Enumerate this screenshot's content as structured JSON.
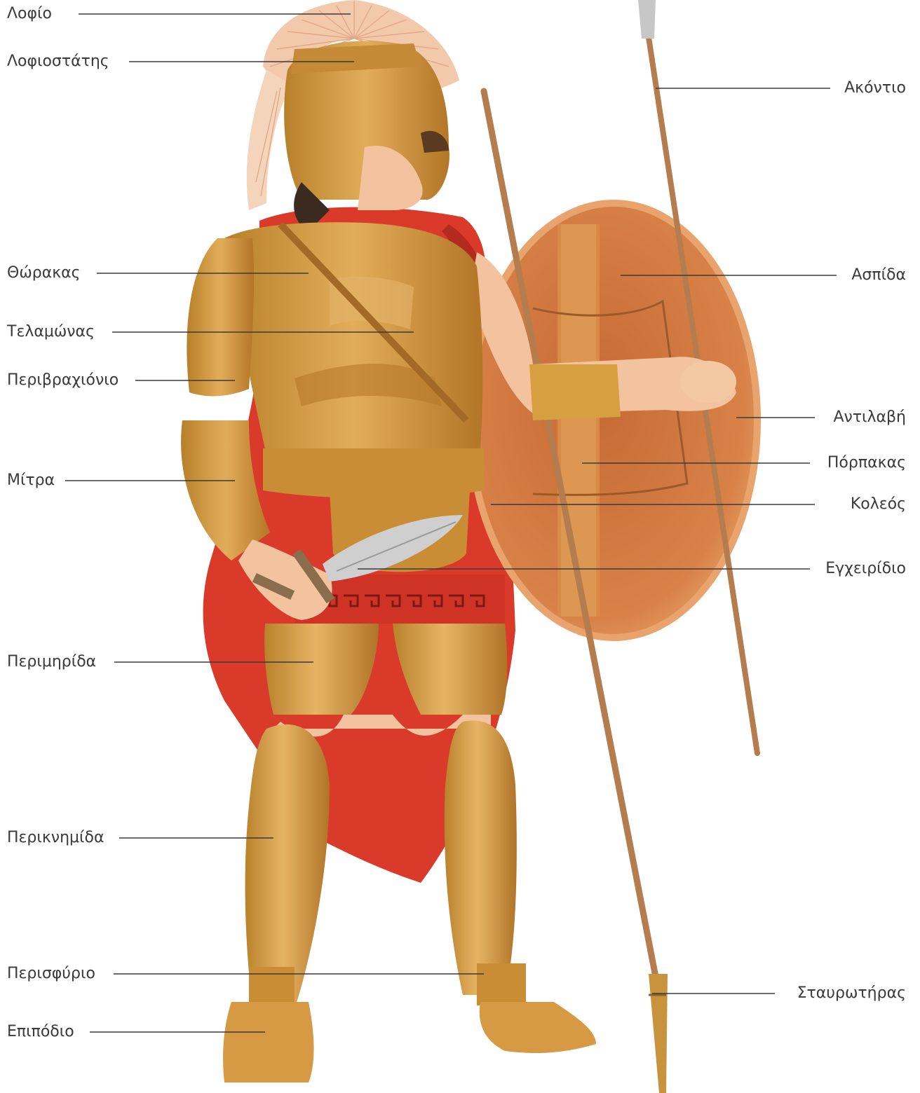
{
  "left_labels": [
    "Λοφίο",
    "Λοφιοστάτης",
    "Θώρακας",
    "Τελαμώνας",
    "Περιβραχιόνιο",
    "Μίτρα",
    "Περιμηρίδα",
    "Περικνημίδα",
    "Περισφύριο",
    "Επιπόδιο"
  ],
  "right_labels": [
    "Ακόντιο",
    "Ασπίδα",
    "Αντιλαβή",
    "Πόρπακας",
    "Κολεός",
    "Εγχειρίδιο",
    "Σταυρωτήρας"
  ],
  "colors": {
    "bronze": "#d49a3e",
    "bronze_dark": "#a8701f",
    "bronze_light": "#e8b867",
    "cloak_red": "#d93a2a",
    "shield_copper": "#c9703a",
    "crest": "#f0c7a8",
    "spear_wood": "#b57d4e",
    "label_text": "#3a3a3a"
  }
}
